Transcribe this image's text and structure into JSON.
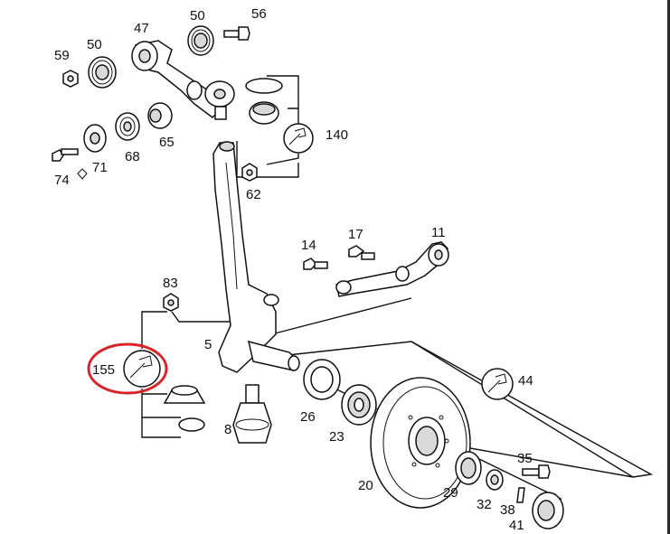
{
  "labels": {
    "p47": "47",
    "p50a": "50",
    "p56": "56",
    "p59": "59",
    "p50b": "50",
    "p65": "65",
    "p68": "68",
    "p71": "71",
    "p74": "74",
    "p140": "140",
    "p62": "62",
    "p17": "17",
    "p14": "14",
    "p11": "11",
    "p83": "83",
    "p5": "5",
    "p155": "155",
    "p8": "8",
    "p26": "26",
    "p23": "23",
    "p44": "44",
    "p20": "20",
    "p35": "35",
    "p29": "29",
    "p32": "32",
    "p38": "38",
    "p41": "41"
  },
  "highlight_color": "#d8232a"
}
